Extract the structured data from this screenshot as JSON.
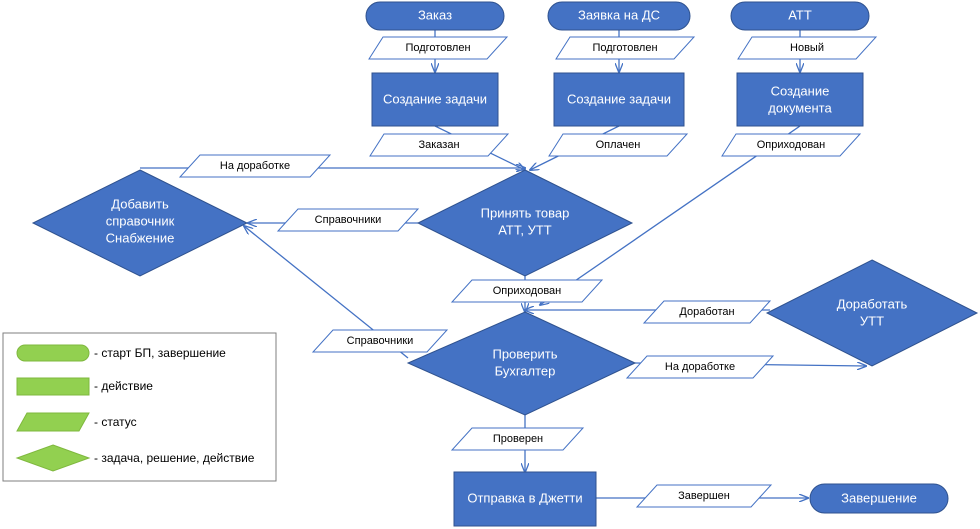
{
  "nodes": {
    "order": "Заказ",
    "request_ds": "Заявка на ДС",
    "att": "АТТ",
    "create_task_1": "Создание задачи",
    "create_task_2": "Создание задачи",
    "create_document": [
      "Создание",
      "документа"
    ],
    "accept_goods": [
      "Принять товар",
      "АТТ, УТТ"
    ],
    "add_directory": [
      "Добавить",
      "справочник",
      "Снабжение"
    ],
    "check_accountant": [
      "Проверить",
      "Бухгалтер"
    ],
    "rework_utt": [
      "Доработать",
      "УТТ"
    ],
    "send_jetty": "Отправка в Джетти",
    "finish": "Завершение"
  },
  "statuses": {
    "prepared_1": "Подготовлен",
    "prepared_2": "Подготовлен",
    "new": "Новый",
    "ordered": "Заказан",
    "paid": "Оплачен",
    "received_1": "Оприходован",
    "on_rework_1": "На доработке",
    "directories_1": "Справочники",
    "received_2": "Оприходован",
    "reworked": "Доработан",
    "directories_2": "Справочники",
    "on_rework_2": "На доработке",
    "checked": "Проверен",
    "completed": "Завершен"
  },
  "legend": {
    "start_end": "- старт БП, завершение",
    "action": "- действие",
    "status": "- статус",
    "task": "- задача, решение, действие"
  },
  "colors": {
    "node": "#4472c4",
    "legend_fill": "#92d050"
  }
}
